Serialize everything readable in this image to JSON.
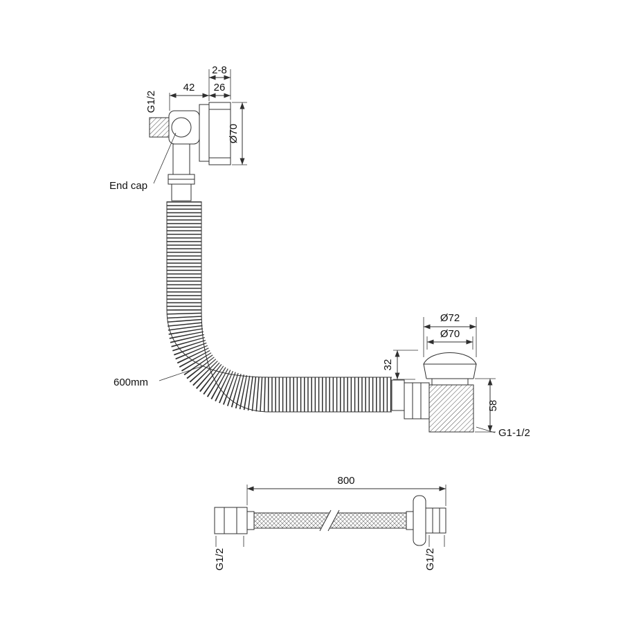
{
  "drawing": {
    "title_hint": "bath-filler-waste-technical-drawing",
    "line_color": "#2f2f2f",
    "overflow": {
      "dim_wall": "2-8",
      "dim_42": "42",
      "dim_26": "26",
      "thread_label": "G1/2",
      "diameter_label": "Ø70",
      "end_cap_label": "End cap"
    },
    "overflow_hose": {
      "length_label": "600mm"
    },
    "waste": {
      "outer_dia_label": "Ø72",
      "inner_dia_label": "Ø70",
      "cap_height_label": "32",
      "body_height_label": "58",
      "thread_label": "G1-1/2"
    },
    "filler_hose": {
      "length_label": "800",
      "left_thread_label": "G1/2",
      "right_thread_label": "G1/2"
    }
  }
}
